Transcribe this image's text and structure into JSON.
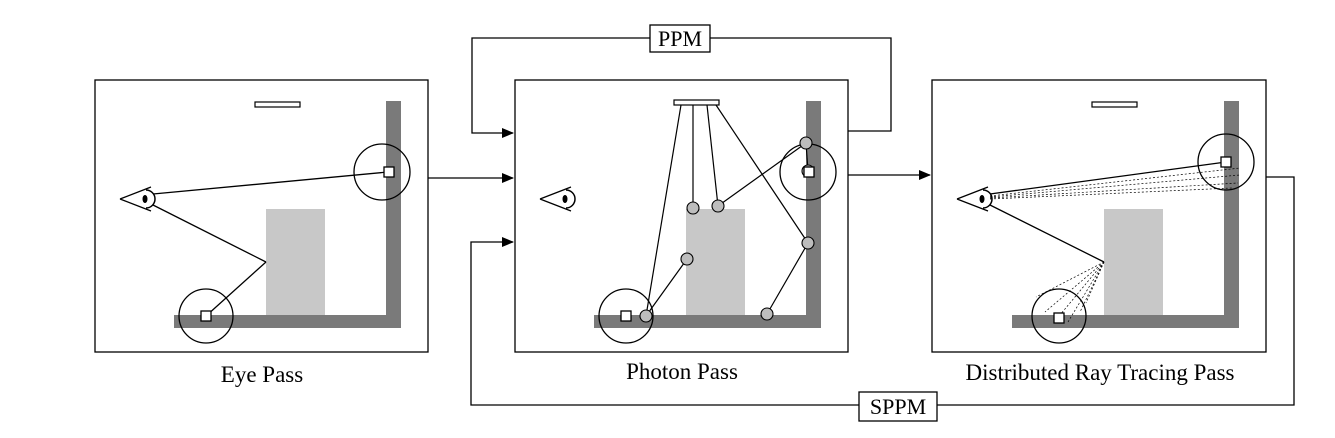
{
  "panels": {
    "eye": {
      "caption": "Eye Pass"
    },
    "photon": {
      "caption": "Photon Pass"
    },
    "drt": {
      "caption": "Distributed Ray Tracing Pass"
    }
  },
  "loops": {
    "ppm": {
      "label": "PPM"
    },
    "sppm": {
      "label": "SPPM"
    }
  },
  "colors": {
    "wall": "#7a7a7a",
    "box": "#c8c8c8",
    "photon": "#bdbdbd",
    "line": "#000000"
  }
}
